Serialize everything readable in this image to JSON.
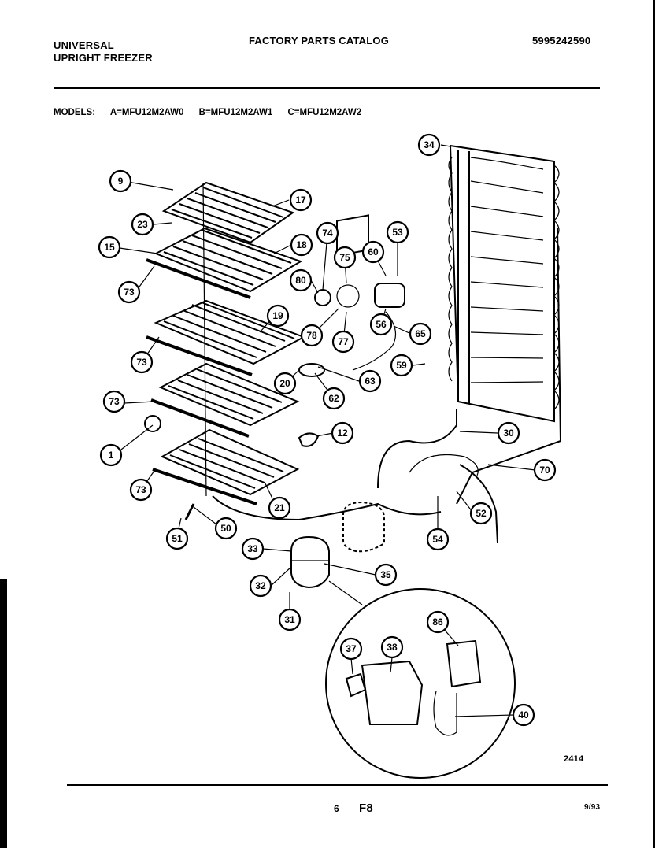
{
  "header": {
    "brand": "UNIVERSAL",
    "product": "UPRIGHT FREEZER",
    "catalog_title": "FACTORY PARTS CATALOG",
    "catalog_number": "5995242590"
  },
  "models": {
    "label": "MODELS:",
    "a": "A=MFU12M2AW0",
    "b": "B=MFU12M2AW1",
    "c": "C=MFU12M2AW2"
  },
  "footer": {
    "figure_number": "2414",
    "page_number": "6",
    "section": "F8",
    "date": "9/93"
  },
  "callouts": [
    "9",
    "17",
    "23",
    "15",
    "18",
    "73",
    "74",
    "75",
    "60",
    "53",
    "80",
    "19",
    "78",
    "77",
    "56",
    "65",
    "73",
    "59",
    "20",
    "62",
    "63",
    "73",
    "1",
    "12",
    "73",
    "21",
    "50",
    "51",
    "33",
    "35",
    "32",
    "31",
    "34",
    "30",
    "70",
    "52",
    "54",
    "86",
    "37",
    "38",
    "40"
  ]
}
